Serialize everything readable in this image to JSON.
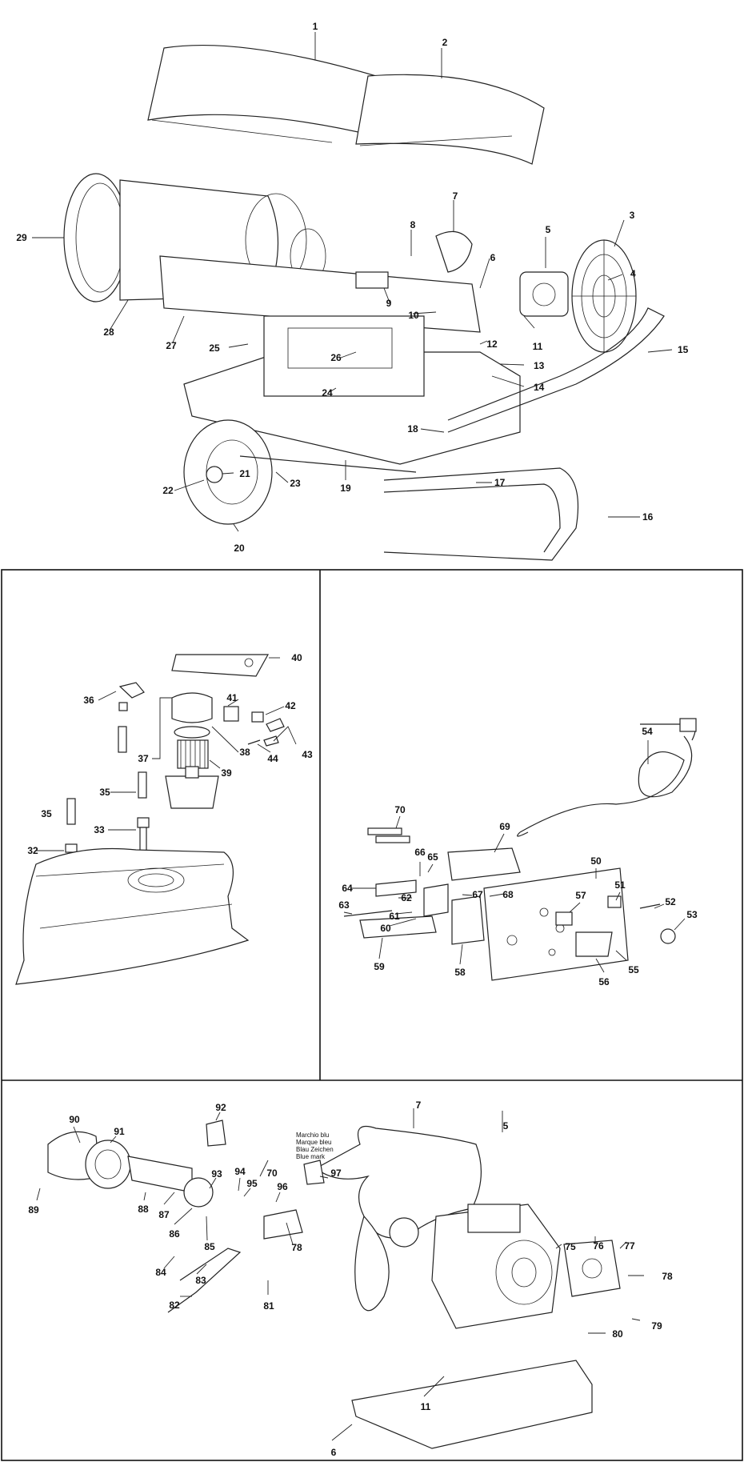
{
  "labels": {
    "p1": [
      "1",
      "2",
      "3",
      "4",
      "5",
      "6",
      "7",
      "8",
      "9",
      "10",
      "11",
      "12",
      "13",
      "14",
      "15",
      "16",
      "17",
      "18",
      "19",
      "20",
      "21",
      "22",
      "23",
      "24",
      "25",
      "26",
      "27",
      "28",
      "29"
    ],
    "p2": [
      "32",
      "33",
      "35",
      "35",
      "36",
      "37",
      "38",
      "39",
      "40",
      "41",
      "42",
      "43",
      "44"
    ],
    "p3": [
      "50",
      "51",
      "52",
      "53",
      "54",
      "55",
      "56",
      "57",
      "58",
      "59",
      "60",
      "61",
      "62",
      "63",
      "64",
      "65",
      "66",
      "67",
      "68",
      "69",
      "70"
    ],
    "p4": [
      "5",
      "6",
      "7",
      "11",
      "70",
      "75",
      "76",
      "77",
      "78",
      "78",
      "79",
      "80",
      "81",
      "82",
      "83",
      "84",
      "85",
      "86",
      "87",
      "88",
      "89",
      "90",
      "91",
      "92",
      "93",
      "94",
      "95",
      "96",
      "97"
    ]
  },
  "blue_mark_note": [
    "Marchio blu",
    "Marque bleu",
    "Blau Zeichen",
    "Blue mark"
  ]
}
